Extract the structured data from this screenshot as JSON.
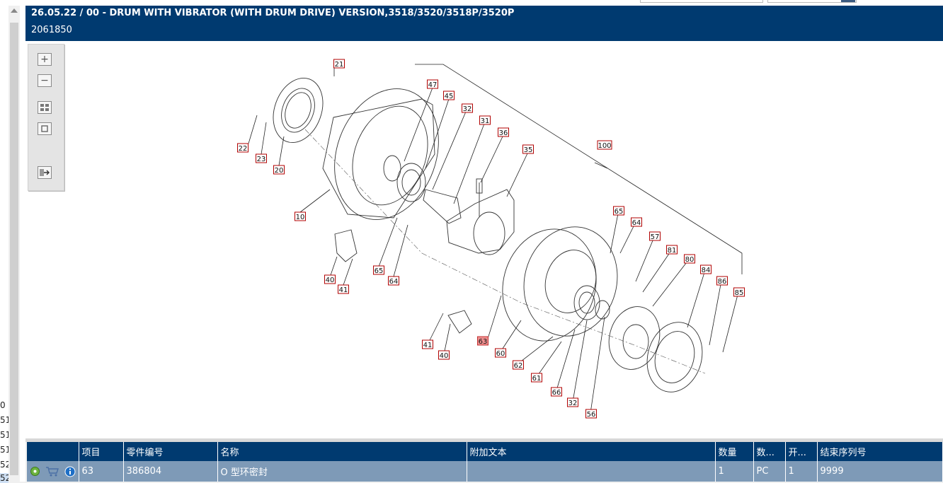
{
  "header": {
    "title": "26.05.22 / 00 - DRUM WITH VIBRATOR (WITH DRUM DRIVE) VERSION,3518/3520/3518P/3520P",
    "subtitle": "2061850"
  },
  "left_list": [
    "0",
    "51",
    "51",
    "51",
    "52",
    "52"
  ],
  "toolbar": {
    "zoom_in": "+",
    "zoom_out": "−"
  },
  "callouts": [
    "21",
    "47",
    "45",
    "32",
    "31",
    "36",
    "35",
    "100",
    "22",
    "23",
    "20",
    "10",
    "40",
    "41",
    "65",
    "64",
    "65",
    "64",
    "57",
    "81",
    "80",
    "84",
    "86",
    "85",
    "63",
    "60",
    "41",
    "40",
    "62",
    "61",
    "66",
    "32",
    "56"
  ],
  "selected_callout": "63",
  "table": {
    "headers": [
      "",
      "项目",
      "零件编号",
      "名称",
      "附加文本",
      "数量",
      "数...",
      "开...",
      "结束序列号"
    ],
    "rows": [
      {
        "item": "63",
        "part_number": "386804",
        "name": "O 型环密封",
        "additional_text": "",
        "quantity": "1",
        "unit": "PC",
        "start": "1",
        "end_serial": "9999"
      }
    ]
  },
  "icons": [
    "info-icon",
    "cart-icon",
    "status-icon",
    "zoom-in-icon",
    "zoom-out-icon",
    "fit-icon",
    "frame-icon",
    "export-icon"
  ]
}
